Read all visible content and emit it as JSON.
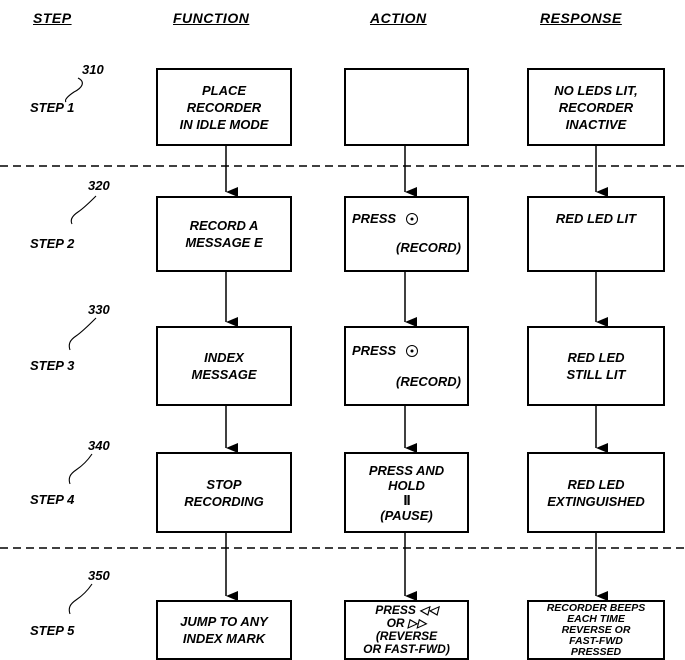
{
  "headers": {
    "step": "STEP",
    "function": "FUNCTION",
    "action": "ACTION",
    "response": "RESPONSE"
  },
  "steps": [
    {
      "ref": "310",
      "label": "STEP 1",
      "function": [
        "PLACE",
        "RECORDER",
        "IN IDLE MODE"
      ],
      "action": [],
      "response": [
        "NO LEDS LIT,",
        "RECORDER",
        "INACTIVE"
      ]
    },
    {
      "ref": "320",
      "label": "STEP 2",
      "function": [
        "RECORD A",
        "MESSAGE E"
      ],
      "action": [
        "PRESS",
        "(RECORD)"
      ],
      "action_icon": "record-icon",
      "response": [
        "RED LED LIT"
      ]
    },
    {
      "ref": "330",
      "label": "STEP 3",
      "function": [
        "INDEX",
        "MESSAGE"
      ],
      "action": [
        "PRESS",
        "(RECORD)"
      ],
      "action_icon": "record-icon",
      "response": [
        "RED LED",
        "STILL LIT"
      ]
    },
    {
      "ref": "340",
      "label": "STEP 4",
      "function": [
        "STOP",
        "RECORDING"
      ],
      "action": [
        "PRESS AND",
        "HOLD",
        "II",
        "(PAUSE)"
      ],
      "response": [
        "RED LED",
        "EXTINGUISHED"
      ]
    },
    {
      "ref": "350",
      "label": "STEP 5",
      "function": [
        "JUMP TO ANY",
        "INDEX MARK"
      ],
      "action": [
        "PRESS ◁◁",
        "OR ▷▷",
        "(REVERSE",
        "OR FAST-FWD)"
      ],
      "response": [
        "RECORDER BEEPS",
        "EACH TIME",
        "REVERSE OR",
        "FAST-FWD",
        "PRESSED"
      ]
    }
  ]
}
